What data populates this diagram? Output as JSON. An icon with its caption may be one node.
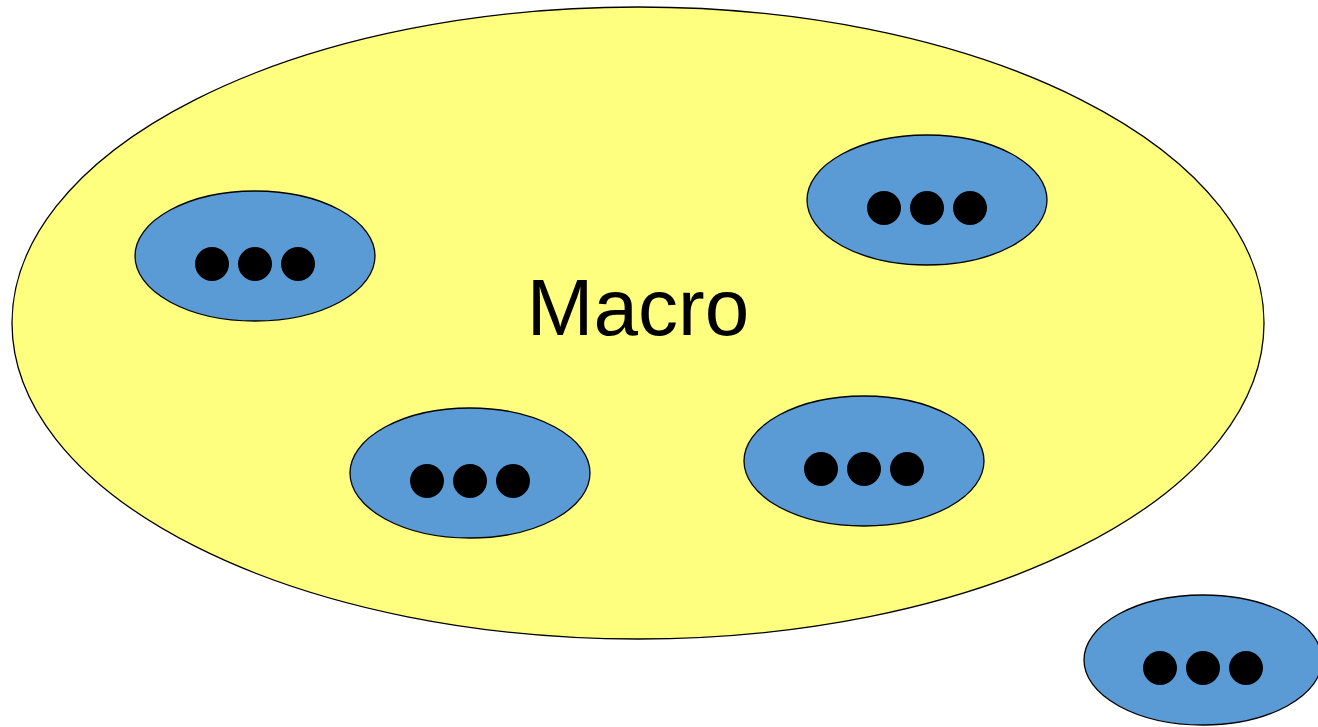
{
  "diagram": {
    "nodes": [
      {
        "text": [
          "Macro"
        ]
      },
      {
        "text": [],
        "shape": "ellipse",
        "in": 0
      },
      {
        "text": [],
        "shape": "ellipse",
        "in": 0
      },
      {
        "text": [],
        "shape": "ellipse",
        "in": 0
      },
      {
        "text": [],
        "shape": "ellipse",
        "in": 0
      },
      {
        "text": [],
        "shape": "ellipse"
      }
    ]
  }
}
